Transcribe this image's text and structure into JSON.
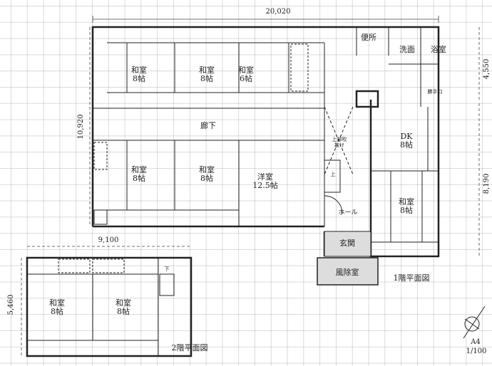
{
  "floor1": {
    "title": "1階平面図",
    "rooms": {
      "washitsu_a": {
        "name": "和室",
        "size": "8帖"
      },
      "washitsu_b": {
        "name": "和室",
        "size": "8帖"
      },
      "washitsu_c": {
        "name": "和室",
        "size": "6帖"
      },
      "corridor": "廊下",
      "washitsu_d": {
        "name": "和室",
        "size": "8帖"
      },
      "washitsu_e": {
        "name": "和室",
        "size": "8帖"
      },
      "yoshitsu": {
        "name": "洋室",
        "size": "12.5帖"
      },
      "dk": {
        "name": "DK",
        "size": "8帖"
      },
      "washitsu_f": {
        "name": "和室",
        "size": "8帖"
      },
      "toilet": "便所",
      "washroom": "洗面",
      "bath": "浴室",
      "kitchen_door": "勝手口",
      "void": "上部吹抜け",
      "hall": "ホール",
      "entrance": "玄関",
      "windbreak": "風除室",
      "stair_up": "上"
    },
    "dimensions": {
      "width": "20,020",
      "depth": "10,920",
      "right_upper": "4,550",
      "right_lower": "8,190"
    }
  },
  "floor2": {
    "title": "2階平面図",
    "rooms": {
      "washitsu_a": {
        "name": "和室",
        "size": "8帖"
      },
      "washitsu_b": {
        "name": "和室",
        "size": "8帖"
      },
      "stair_down": "下"
    },
    "dimensions": {
      "width": "9,100",
      "depth": "5,460"
    }
  },
  "sheet": {
    "paper": "A4",
    "scale": "1/100"
  }
}
